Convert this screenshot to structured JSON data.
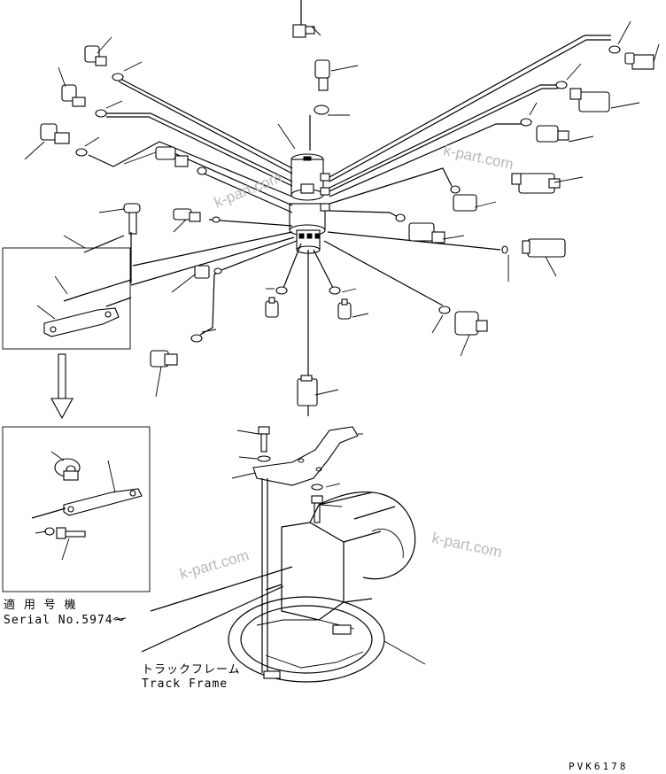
{
  "labels": {
    "serial_jp": "適 用 号 機",
    "serial_en": "Serial No.5974～",
    "frame_jp": "トラックフレーム",
    "frame_en": "Track Frame",
    "drawing_code": "PVK6178"
  },
  "watermarks": [
    "k-part.com",
    "k-part.com",
    "k-part.com",
    "k-part.com"
  ]
}
